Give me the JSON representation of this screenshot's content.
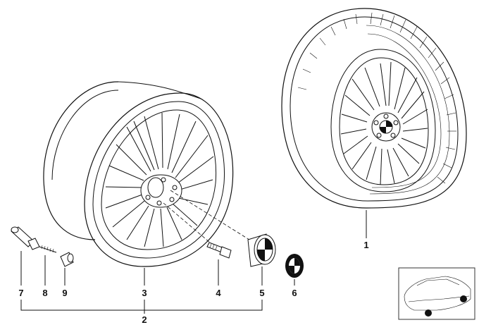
{
  "diagram": {
    "parts": [
      {
        "number": "1"
      },
      {
        "number": "2"
      },
      {
        "number": "3"
      },
      {
        "number": "4"
      },
      {
        "number": "5"
      },
      {
        "number": "6"
      },
      {
        "number": "7"
      },
      {
        "number": "8"
      },
      {
        "number": "9"
      }
    ]
  }
}
